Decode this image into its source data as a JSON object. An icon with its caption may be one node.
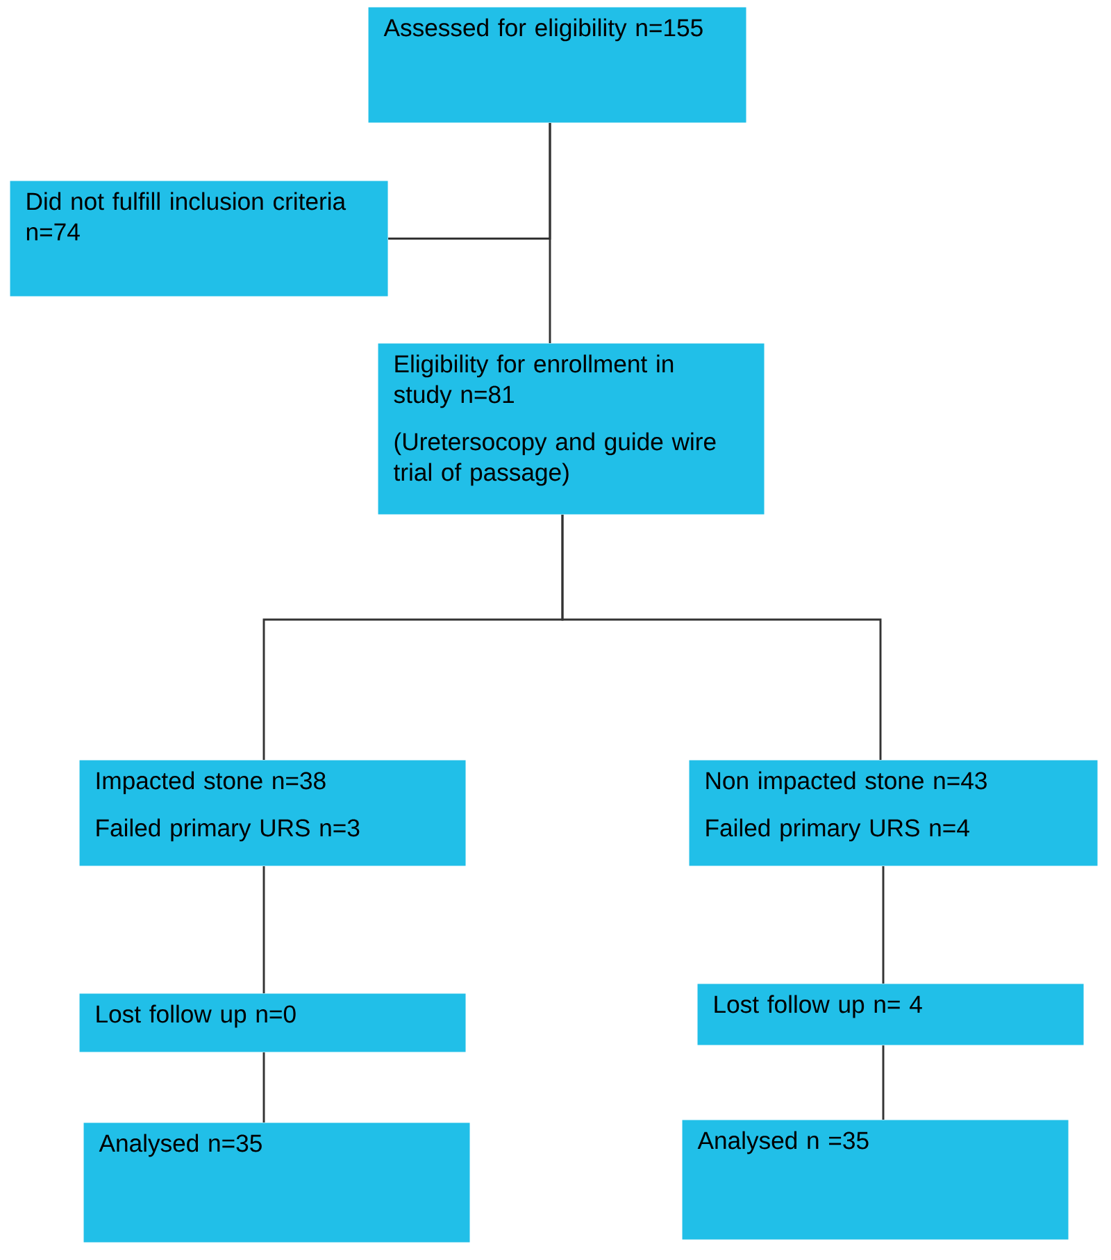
{
  "diagram": {
    "nodes": [
      {
        "text": [
          "Assessed for eligibility n=155"
        ]
      },
      {
        "text": [
          "Did not fulfill inclusion criteria n=74"
        ]
      },
      {
        "text": [
          "Eligibility for enrollment in study n=81",
          "(Uretersocopy and guide wire trial of passage)"
        ]
      },
      {
        "text": [
          "Impacted stone n=38",
          "Failed primary URS n=3"
        ]
      },
      {
        "text": [
          "Non impacted stone n=43",
          "Failed primary URS n=4"
        ]
      },
      {
        "text": [
          "Lost follow up n=0"
        ]
      },
      {
        "text": [
          "Lost follow up n= 4"
        ]
      },
      {
        "text": [
          "Analysed n=35"
        ]
      },
      {
        "text": [
          "Analysed n =35"
        ]
      }
    ],
    "edges": [
      {
        "from": 0,
        "to": 1,
        "arrow": "none"
      },
      {
        "from": 0,
        "to": 2,
        "arrow": "none"
      },
      {
        "from": 2,
        "to": 3,
        "arrow": "none"
      },
      {
        "from": 2,
        "to": 4,
        "arrow": "none"
      },
      {
        "from": 3,
        "to": 5,
        "arrow": "none"
      },
      {
        "from": 5,
        "to": 7,
        "arrow": "none"
      },
      {
        "from": 4,
        "to": 6,
        "arrow": "none"
      },
      {
        "from": 6,
        "to": 8,
        "arrow": "none"
      }
    ]
  }
}
